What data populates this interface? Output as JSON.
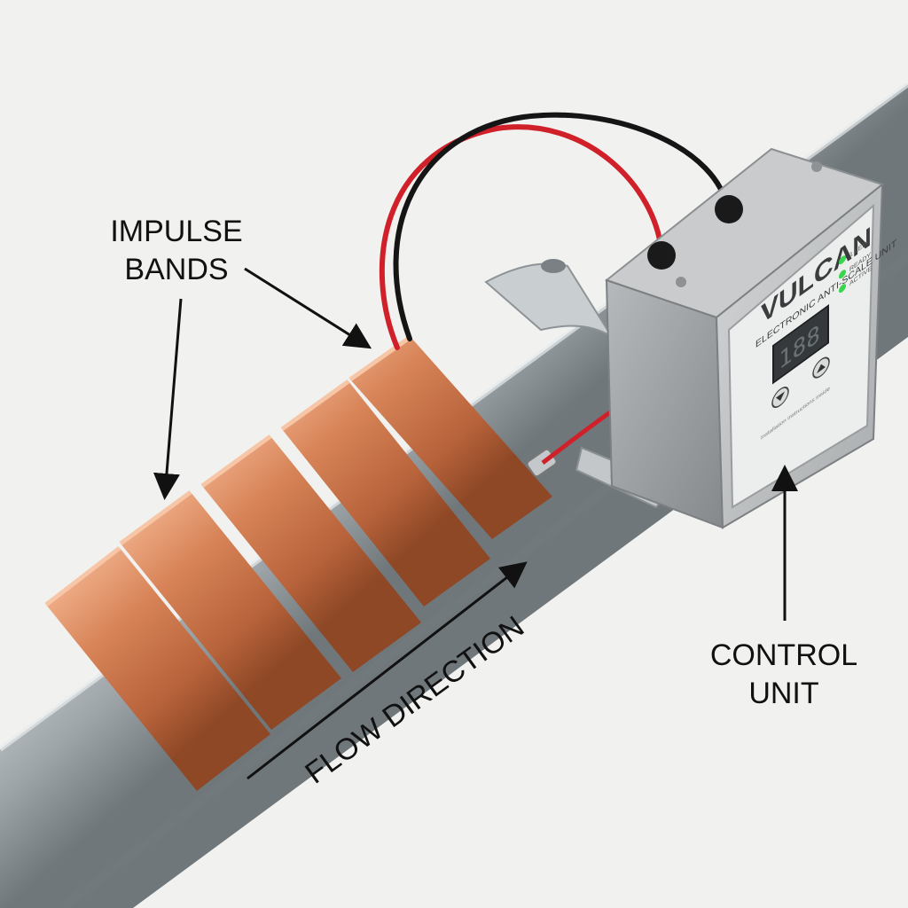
{
  "labels": {
    "impulse_line1": "IMPULSE",
    "impulse_line2": "BANDS",
    "flow": "FLOW DIRECTION",
    "control_line1": "CONTROL",
    "control_line2": "UNIT"
  },
  "control_unit": {
    "brand": "VULCAN",
    "subtitle": "ELECTRONIC ANTI-SCALE UNIT",
    "display_value": "188",
    "indicators": [
      "1 LED",
      "READY",
      "ACTIVE"
    ],
    "fine_print": "Installation instructions inside"
  },
  "colors": {
    "background": "#f1f1ef",
    "pipe": "#a9b0b3",
    "copper": "#cf7a52",
    "wire_red": "#d0202a",
    "wire_black": "#151515",
    "housing": "#b7b9ba",
    "led_green": "#37d64c"
  },
  "icons": [
    "arrow-up-icon",
    "arrow-down-icon"
  ]
}
